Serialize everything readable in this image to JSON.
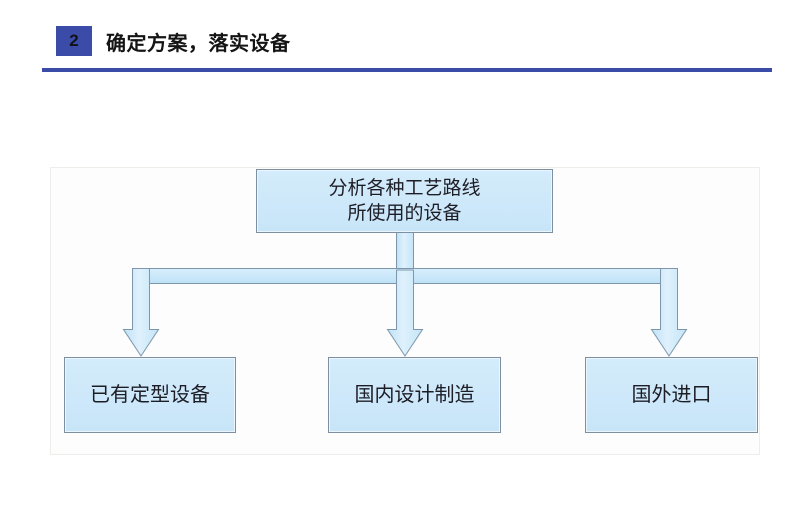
{
  "header": {
    "step_number": "2",
    "title": "确定方案，落实设备",
    "accent_color": "#3a4ca8",
    "rule_color": "#3a4ca8"
  },
  "diagram": {
    "type": "flowchart",
    "orientation": "top-down",
    "box_fill_color": "#cde8fa",
    "box_border_color": "#7d8fa0",
    "arrow_fill_color": "#cfe9fa",
    "arrow_border_color": "#7d96ab",
    "root": {
      "name": "analyze-process-routes",
      "line1": "分析各种工艺路线",
      "line2": "所使用的设备"
    },
    "branches": [
      {
        "name": "existing-equipment",
        "label": "已有定型设备"
      },
      {
        "name": "domestic-manufacture",
        "label": "国内设计制造"
      },
      {
        "name": "foreign-import",
        "label": "国外进口"
      }
    ]
  }
}
